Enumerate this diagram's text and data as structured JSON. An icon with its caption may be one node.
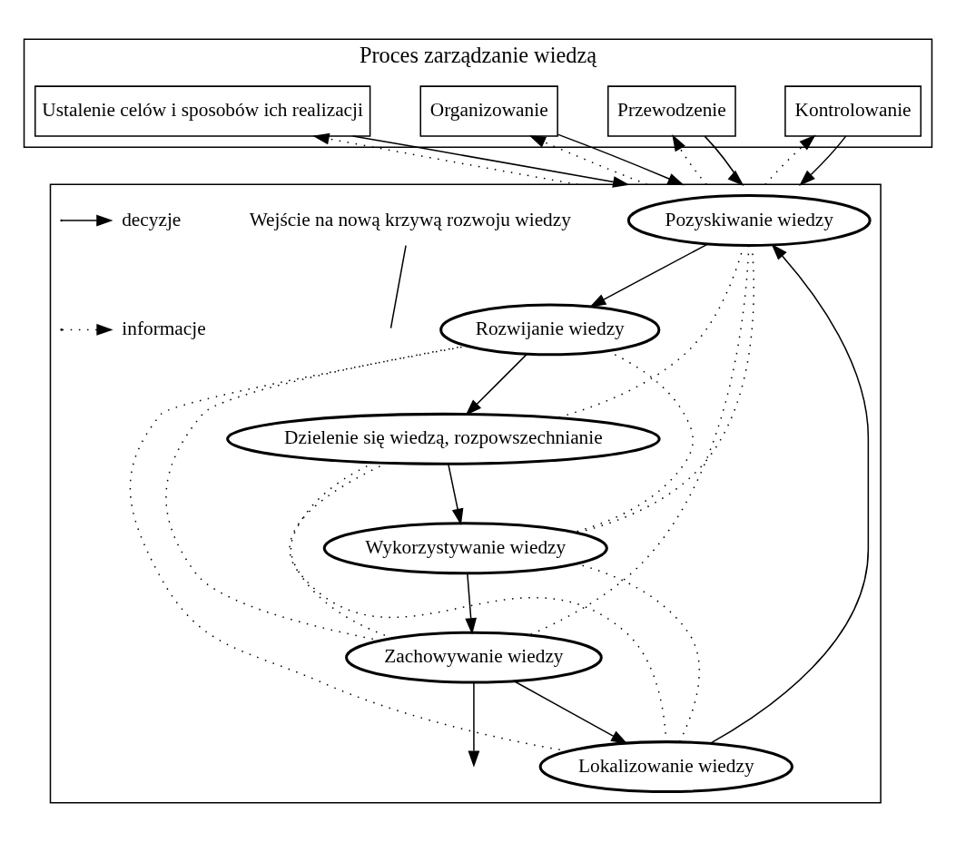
{
  "diagram": {
    "nodes": [
      {
        "text": [
          "Proces zarządzanie wiedzą"
        ]
      },
      {
        "text": [
          "Ustalenie celów i sposobów ich realizacji"
        ],
        "in": 0
      },
      {
        "text": [
          "Organizowanie"
        ],
        "in": 0
      },
      {
        "text": [
          "Przewodzenie"
        ],
        "in": 0
      },
      {
        "text": [
          "Kontrolowanie"
        ],
        "in": 0
      },
      {
        "text": [],
        "shape": "box"
      },
      {
        "text": [
          "Pozyskiwanie wiedzy"
        ],
        "in": 5
      },
      {
        "text": [
          "Lokalizowanie wiedzy"
        ],
        "in": 5
      },
      {
        "text": [
          "Rozwijanie wiedzy"
        ],
        "in": 5
      },
      {
        "text": [
          "Zachowywanie wiedzy"
        ],
        "in": 5
      },
      {
        "text": [
          "Dzielenie się wiedzą, rozpowszechnianie"
        ],
        "in": 5
      },
      {
        "text": [
          "Wykorzystywanie wiedzy"
        ],
        "in": 5
      },
      {
        "text": [
          "Wejście na nową krzywą rozwoju wiedzy"
        ],
        "in": 5
      }
    ],
    "edges": [
      {
        "from": 1,
        "to": 5,
        "arrow": "to"
      },
      {
        "from": 5,
        "to": 1,
        "arrow": "to",
        "style": "dashed"
      },
      {
        "from": 2,
        "to": 5,
        "arrow": "to"
      },
      {
        "from": 5,
        "to": 2,
        "arrow": "to",
        "style": "dashed"
      },
      {
        "from": 3,
        "to": 5,
        "arrow": "to"
      },
      {
        "from": 5,
        "to": 3,
        "arrow": "to",
        "style": "dashed"
      },
      {
        "from": 4,
        "to": 5,
        "arrow": "to"
      },
      {
        "from": 5,
        "to": 4,
        "arrow": "to",
        "style": "dashed"
      },
      {
        "from": 7,
        "to": 6,
        "arrow": "to"
      },
      {
        "from": 6,
        "to": 8,
        "arrow": "to"
      },
      {
        "from": 8,
        "to": 10,
        "arrow": "to"
      },
      {
        "from": 10,
        "to": 11,
        "arrow": "to"
      },
      {
        "from": 11,
        "to": 9,
        "arrow": "to"
      },
      {
        "from": 9,
        "to": 7,
        "arrow": "to"
      },
      {
        "from": 9,
        "to": null,
        "arrow": "to"
      },
      {
        "from": 12,
        "to": null,
        "arrow": "none"
      },
      {
        "from": 6,
        "to": 10,
        "arrow": "none",
        "style": "dashed"
      },
      {
        "from": 7,
        "to": 11,
        "arrow": "none",
        "style": "dashed"
      },
      {
        "from": 6,
        "to": 11,
        "arrow": "none",
        "style": "dashed"
      },
      {
        "from": 6,
        "to": 9,
        "arrow": "none",
        "style": "dashed"
      },
      {
        "from": 7,
        "to": 8,
        "arrow": "none",
        "style": "dashed"
      },
      {
        "from": 7,
        "to": 10,
        "arrow": "none",
        "style": "dashed"
      },
      {
        "from": 8,
        "to": 9,
        "arrow": "none",
        "style": "dashed"
      },
      {
        "from": 8,
        "to": 11,
        "arrow": "none",
        "style": "dashed"
      },
      {
        "from": 9,
        "to": 10,
        "arrow": "none",
        "style": "dashed"
      }
    ],
    "legend": [
      {
        "text": "decyzje"
      },
      {
        "text": "informacje"
      }
    ]
  }
}
